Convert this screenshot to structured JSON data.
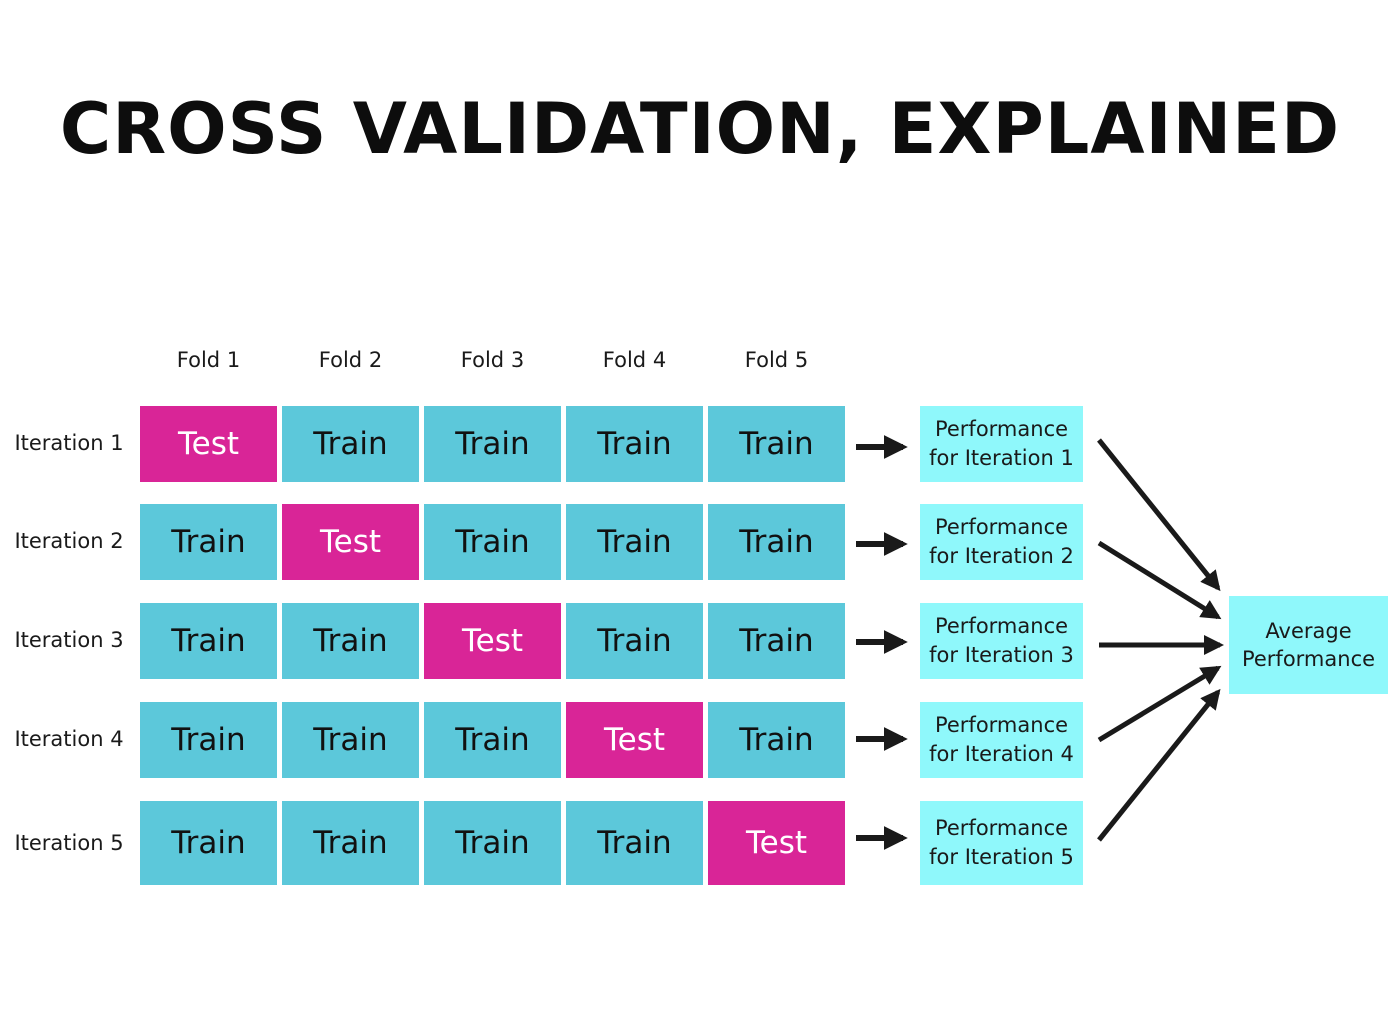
{
  "title": "CROSS VALIDATION, EXPLAINED",
  "folds": [
    "Fold 1",
    "Fold 2",
    "Fold 3",
    "Fold 4",
    "Fold 5"
  ],
  "iterations": [
    {
      "label": "Iteration 1",
      "cells": [
        "Test",
        "Train",
        "Train",
        "Train",
        "Train"
      ],
      "performance": "Performance for Iteration 1"
    },
    {
      "label": "Iteration 2",
      "cells": [
        "Train",
        "Test",
        "Train",
        "Train",
        "Train"
      ],
      "performance": "Performance for Iteration 2"
    },
    {
      "label": "Iteration 3",
      "cells": [
        "Train",
        "Train",
        "Test",
        "Train",
        "Train"
      ],
      "performance": "Performance for Iteration 3"
    },
    {
      "label": "Iteration 4",
      "cells": [
        "Train",
        "Train",
        "Train",
        "Test",
        "Train"
      ],
      "performance": "Performance for Iteration 4"
    },
    {
      "label": "Iteration 5",
      "cells": [
        "Train",
        "Train",
        "Train",
        "Train",
        "Test"
      ],
      "performance": "Performance for Iteration 5"
    }
  ],
  "average": "Average Performance",
  "colors": {
    "train": "#5cc8da",
    "test": "#d92597",
    "result": "#8ff8fb",
    "arrow": "#1a1a1a"
  }
}
